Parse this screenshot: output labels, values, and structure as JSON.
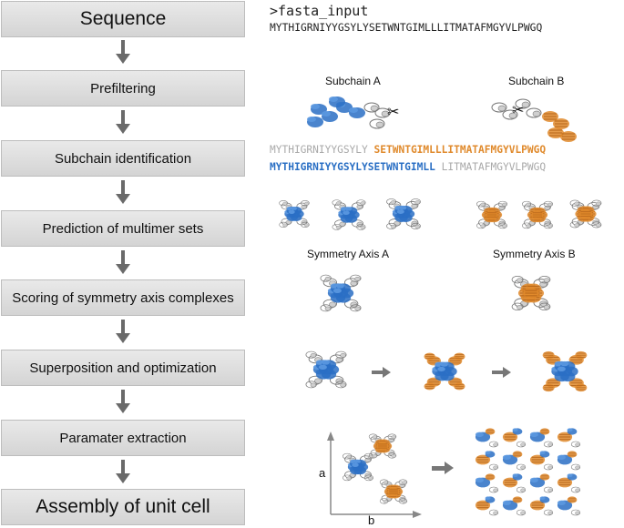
{
  "pipeline": {
    "steps": [
      "Sequence",
      "Prefiltering",
      "Subchain identification",
      "Prediction of multimer sets",
      "Scoring of symmetry axis complexes",
      "Superposition and optimization",
      "Paramater extraction",
      "Assembly of unit cell"
    ]
  },
  "fasta": {
    "header": ">fasta_input",
    "sequence": "MYTHIGRNIYYGSYLYSETWNTGIMLLLITMATAFMGYVLPWGQ"
  },
  "subchains": {
    "label_a": "Subchain A",
    "label_b": "Subchain B",
    "row1_gray": "MYTHIGRNIYYGSYLY",
    "row1_orange": "SETWNTGIMLLLITMATAFMGYVLPWGQ",
    "row2_blue": "MYTHIGRNIYYGSYLYSETWNTGIMLL",
    "row2_gray": "LITMATAFMGYVLPWGQ"
  },
  "symmetry": {
    "label_a": "Symmetry Axis A",
    "label_b": "Symmetry Axis B"
  },
  "axes": {
    "a_label": "a",
    "b_label": "b"
  },
  "colors": {
    "blue": "#2a6fc4",
    "orange": "#e08a2c",
    "gray": "#9a9a9a",
    "step_bg": "#dcdcdc"
  }
}
